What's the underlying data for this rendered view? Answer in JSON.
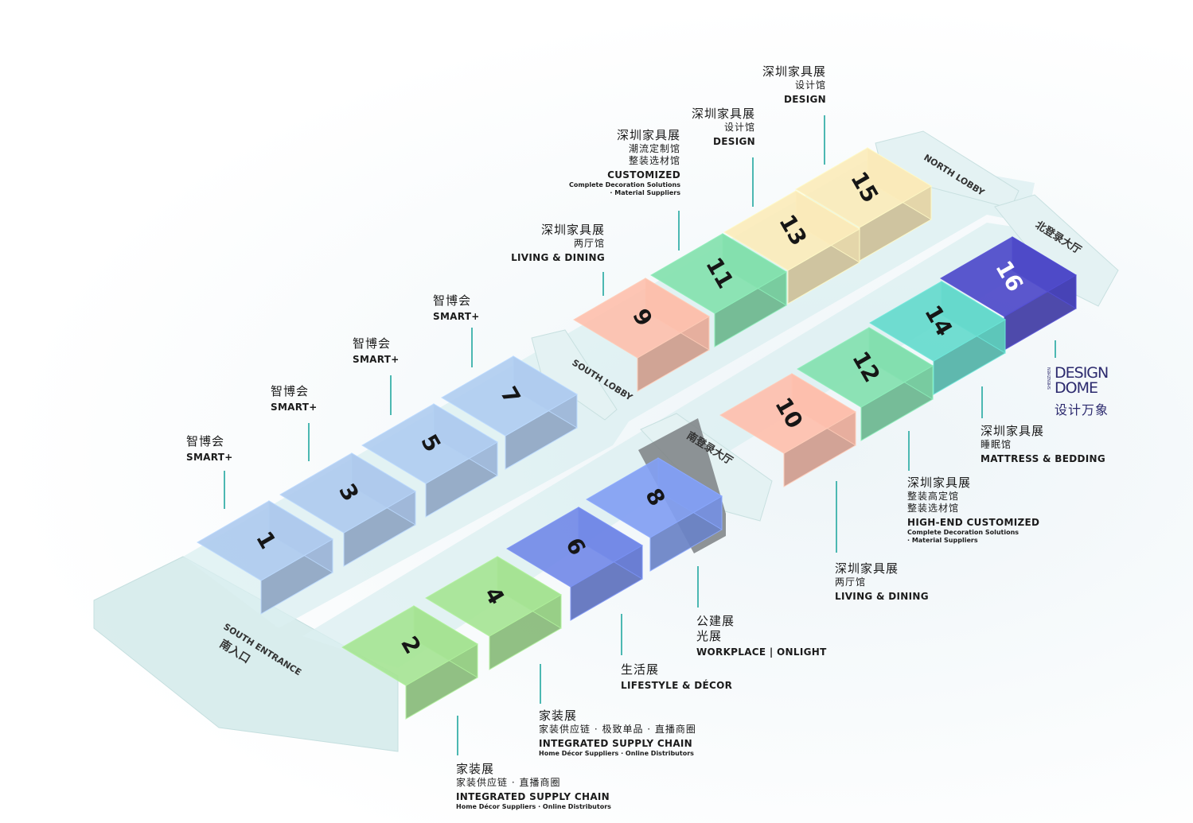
{
  "booths": [
    {
      "number": "1",
      "color": "#a9c4e6"
    },
    {
      "number": "3",
      "color": "#a9c4e6"
    },
    {
      "number": "5",
      "color": "#aac6e8"
    },
    {
      "number": "7",
      "color": "#aac6e8"
    },
    {
      "number": "9",
      "color": "#f4baa7"
    },
    {
      "number": "11",
      "color": "#80d9a8"
    },
    {
      "number": "13",
      "color": "#f2e3b4"
    },
    {
      "number": "15",
      "color": "#f2e3b4"
    },
    {
      "number": "2",
      "color": "#a1dc8f"
    },
    {
      "number": "4",
      "color": "#a1dc8f"
    },
    {
      "number": "6",
      "color": "#7086e0"
    },
    {
      "number": "8",
      "color": "#7e9aea"
    },
    {
      "number": "10",
      "color": "#f5b9a7"
    },
    {
      "number": "12",
      "color": "#7fd8a9"
    },
    {
      "number": "14",
      "color": "#62d3c6"
    },
    {
      "number": "16",
      "color": "#4b47c2"
    }
  ],
  "lobbies": {
    "north_en": "NORTH LOBBY",
    "north_cn": "北登录大厅",
    "south_en": "SOUTH LOBBY",
    "south_cn": "南登录大厅",
    "entrance_en": "SOUTH ENTRANCE",
    "entrance_cn": "南入口"
  },
  "labels": {
    "smart1": {
      "cn": "智博会",
      "en": "SMART+"
    },
    "smart3": {
      "cn": "智博会",
      "en": "SMART+"
    },
    "smart5": {
      "cn": "智博会",
      "en": "SMART+"
    },
    "smart7": {
      "cn": "智博会",
      "en": "SMART+"
    },
    "living9": {
      "cn": "深圳家具展",
      "sub": "两厅馆",
      "en": "LIVING & DINING"
    },
    "custom11": {
      "cn": "深圳家具展",
      "sub1": "潮流定制馆",
      "sub2": "整装选材馆",
      "en": "CUSTOMIZED",
      "sm1": "Complete Decoration Solutions",
      "sm2": "· Material Suppliers"
    },
    "design13": {
      "cn": "深圳家具展",
      "sub": "设计馆",
      "en": "DESIGN"
    },
    "design15": {
      "cn": "深圳家具展",
      "sub": "设计馆",
      "en": "DESIGN"
    },
    "mattress14": {
      "cn": "深圳家具展",
      "sub": "睡眠馆",
      "en": "MATTRESS & BEDDING"
    },
    "highend12": {
      "cn": "深圳家具展",
      "sub1": "整装高定馆",
      "sub2": "整装选材馆",
      "en": "HIGH-END CUSTOMIZED",
      "sm1": "Complete Decoration Solutions",
      "sm2": "· Material Suppliers"
    },
    "living10": {
      "cn": "深圳家具展",
      "sub": "两厅馆",
      "en": "LIVING & DINING"
    },
    "workplace8": {
      "cn1": "公建展",
      "cn2": "光展",
      "en": "WORKPLACE | ONLIGHT"
    },
    "lifestyle6": {
      "cn": "生活展",
      "en": "LIFESTYLE & DÉCOR"
    },
    "home4": {
      "cn": "家装展",
      "sub": "家装供应链 · 极致单品 · 直播商圈",
      "en": "INTEGRATED SUPPLY CHAIN",
      "sm": "Home Décor Suppliers · Online Distributors"
    },
    "home2": {
      "cn": "家装展",
      "sub": "家装供应链 · 直播商圈",
      "en": "INTEGRATED SUPPLY CHAIN",
      "sm": "Home Décor Suppliers · Online Distributors"
    }
  },
  "logo": {
    "line1": "DESIGN",
    "line2": "DOME",
    "cn": "设计万象",
    "side": "SHENZHEN"
  }
}
